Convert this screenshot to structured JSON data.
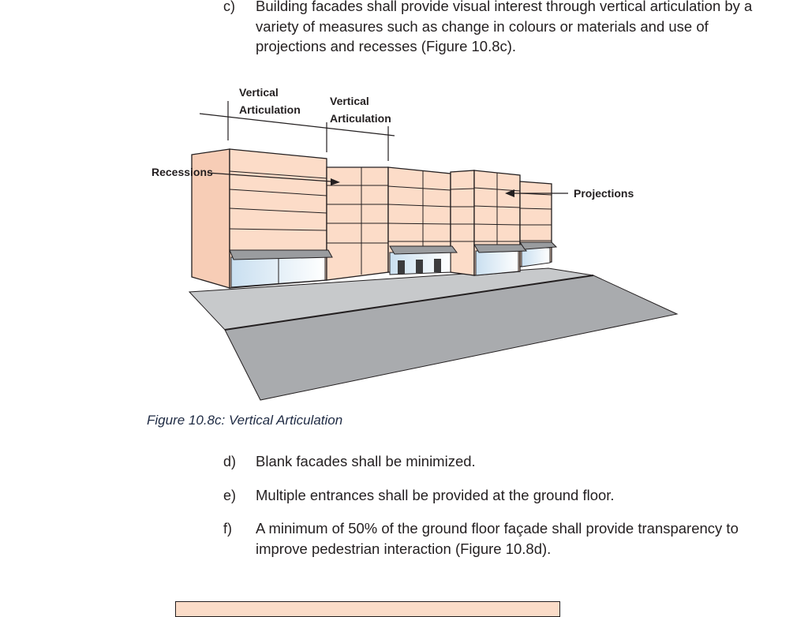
{
  "clauses": {
    "c": {
      "letter": "c)",
      "text": "Building facades shall provide visual interest through vertical articulation by a variety of measures such as change in colours or materials and use of projections and recesses (Figure 10.8c)."
    },
    "d": {
      "letter": "d)",
      "text": "Blank facades shall be minimized."
    },
    "e": {
      "letter": "e)",
      "text": "Multiple entrances shall be provided at the ground floor."
    },
    "f": {
      "letter": "f)",
      "text": "A minimum of 50% of the ground floor façade shall provide transparency to improve pedestrian interaction (Figure 10.8d)."
    }
  },
  "figure": {
    "labels": {
      "vertical_1_line1": "Vertical",
      "vertical_1_line2": "Articulation",
      "vertical_2_line1": "Vertical",
      "vertical_2_line2": "Articulation",
      "recessions": "Recessions",
      "projections": "Projections"
    },
    "caption": "Figure 10.8c: Vertical Articulation",
    "colors": {
      "facade": "#fcdcc8",
      "road": "#c7c9cb",
      "awning": "#9a9c9f",
      "glass": "#e3eef7",
      "outline": "#231f20"
    }
  }
}
